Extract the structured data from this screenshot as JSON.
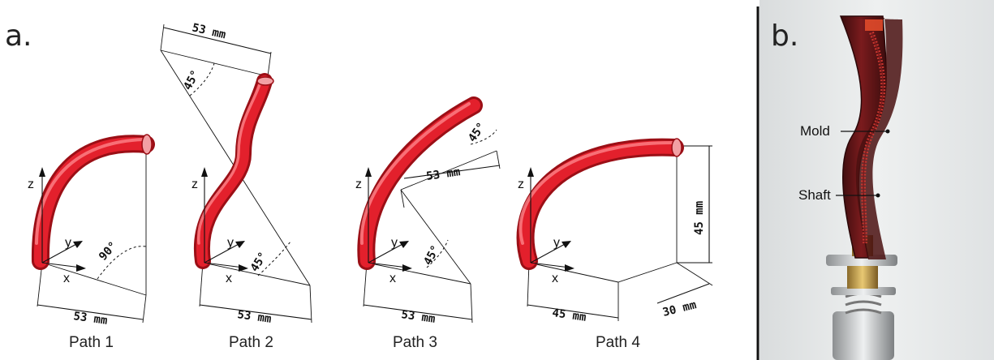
{
  "panel_a": {
    "label": "a.",
    "axes": {
      "x": "x",
      "y": "y",
      "z": "z"
    },
    "paths": [
      {
        "label": "Path 1",
        "dims": {
          "base": "53 mm",
          "angle": "90°"
        }
      },
      {
        "label": "Path 2",
        "dims": {
          "top": "53 mm",
          "top_angle": "45°",
          "base": "53 mm",
          "base_angle": "45°"
        }
      },
      {
        "label": "Path 3",
        "dims": {
          "top": "53 mm",
          "top_angle": "45°",
          "base": "53 mm",
          "base_angle": "45°"
        }
      },
      {
        "label": "Path 4",
        "dims": {
          "height": "45 mm",
          "base": "45 mm",
          "depth": "30 mm"
        }
      }
    ]
  },
  "panel_b": {
    "label": "b.",
    "callouts": {
      "mold": "Mold",
      "shaft": "Shaft"
    }
  },
  "colors": {
    "tube": "#e3202c",
    "tube_dark": "#9b0f16",
    "mold": "#5a1416",
    "divider": "#111111"
  }
}
